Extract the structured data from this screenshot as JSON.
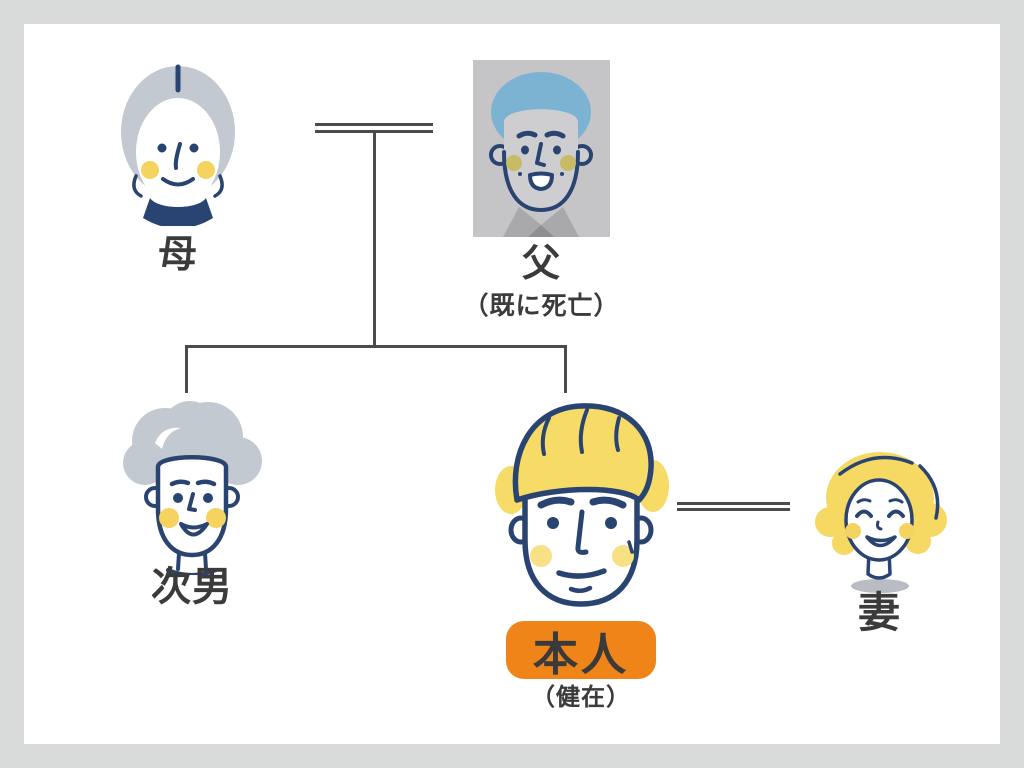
{
  "diagram": {
    "type": "family-tree",
    "relationships": {
      "parents_couple": "mother = father",
      "children_of_parents": [
        "second_son",
        "principal"
      ],
      "principal_couple": "principal = wife"
    }
  },
  "nodes": {
    "mother": {
      "label": "母"
    },
    "father": {
      "label": "父",
      "status": "（既に死亡）"
    },
    "second_son": {
      "label": "次男"
    },
    "principal": {
      "label": "本人",
      "status": "（健在）"
    },
    "wife": {
      "label": "妻"
    }
  },
  "colors": {
    "outer_border": "#d9dada",
    "canvas": "#ffffff",
    "connector_line": "#4b4b4b",
    "label_text": "#3b3b3b",
    "navy_outline": "#2a4472",
    "gray_hair": "#c3c9d1",
    "blue_hair": "#7db3d2",
    "yellow_hair": "#f6db67",
    "wife_hair": "#f5d963",
    "cheek_yellow": "#f4d45f",
    "cheek_olive": "#c9ba66",
    "photo_background": "#c5c4c6",
    "photo_face": "#cecdd0",
    "suit_gray": "#a9a9ab",
    "highlight_badge": "#ef8419",
    "neck_shadow": "#b9bdc3"
  }
}
